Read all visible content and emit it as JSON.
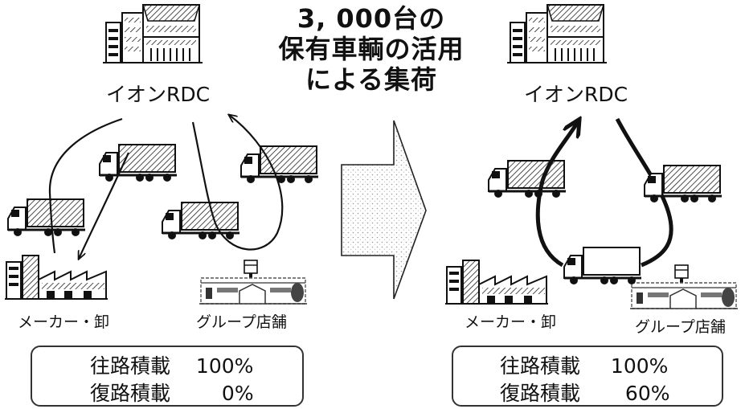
{
  "title": {
    "line1": "3, 000台の",
    "line2": "保有車輌の活用",
    "line3": "による集荷"
  },
  "before": {
    "hub_label": "イオンRDC",
    "supplier_label": "メーカー・卸",
    "store_label": "グループ店舗",
    "metrics": [
      {
        "label": "往路積載",
        "value": "100%"
      },
      {
        "label": "復路積載",
        "value": "0%"
      }
    ]
  },
  "after": {
    "hub_label": "イオンRDC",
    "supplier_label": "メーカー・卸",
    "store_label": "グループ店舗",
    "metrics": [
      {
        "label": "往路積載",
        "value": "100%"
      },
      {
        "label": "復路積載",
        "value": "60%"
      }
    ]
  }
}
